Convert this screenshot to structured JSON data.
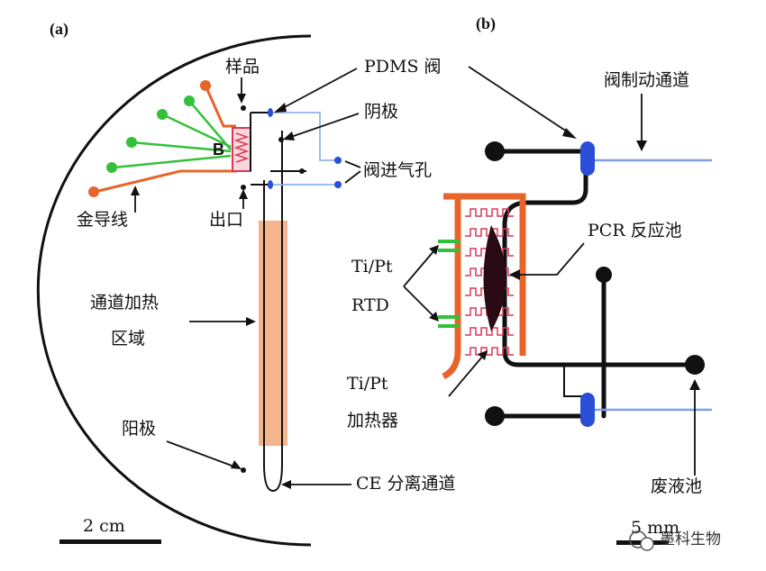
{
  "panels": {
    "a": "(a)",
    "b": "(b)"
  },
  "a_labels": {
    "sample": "样品",
    "pdms_valve": "PDMS 阀",
    "cathode": "阴极",
    "gas_inlet": "阀进气孔",
    "gold_wire": "金导线",
    "outlet": "出口",
    "heated_region_line1": "通道加热",
    "heated_region_line2": "区域",
    "anode": "阳极",
    "ce_channel": "CE 分离通道",
    "scale": "2 cm",
    "b_marker": "B"
  },
  "b_labels": {
    "valve_actuation": "阀制动通道",
    "pcr_chamber": "PCR 反应池",
    "rtd_line1": "Ti/Pt",
    "rtd_line2": "RTD",
    "heater_line1": "Ti/Pt",
    "heater_line2": "加热器",
    "waste": "废液池",
    "scale": "5 mm"
  },
  "watermark": "墨科生物",
  "colors": {
    "heated_region": "#f4b48c",
    "orange_wire": "#e8642a",
    "green_wire": "#34c13a",
    "valve_blue": "#2a4fd6",
    "light_blue_channel": "#7f9fe6",
    "heater_pink": "#d9385a"
  }
}
